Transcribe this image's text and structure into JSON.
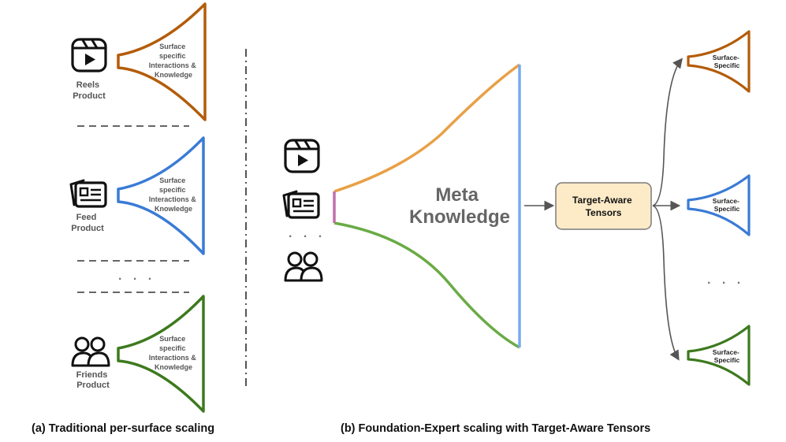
{
  "left_panel": {
    "rows": [
      {
        "product_lines": [
          "Reels",
          "Product"
        ],
        "funnel_lines": [
          "Surface",
          "specific",
          "Interactions &",
          "Knowledge"
        ],
        "color": "#b35c0a",
        "icon": "reels-icon"
      },
      {
        "product_lines": [
          "Feed",
          "Product"
        ],
        "funnel_lines": [
          "Surface",
          "specific",
          "Interactions &",
          "Knowledge"
        ],
        "color": "#3a7bd5",
        "icon": "feed-icon"
      },
      {
        "product_lines": [
          "Friends",
          "Product"
        ],
        "funnel_lines": [
          "Surface",
          "specific",
          "Interactions &",
          "Knowledge"
        ],
        "color": "#3d7a1e",
        "icon": "friends-icon"
      }
    ],
    "ellipsis": ". . .",
    "caption": "(a) Traditional per-surface scaling"
  },
  "right_panel": {
    "input_ellipsis": ". . .",
    "meta_lines": [
      "Meta",
      "Knowledge"
    ],
    "target_aware_lines": [
      "Target-Aware",
      "Tensors"
    ],
    "outputs": [
      {
        "label_lines": [
          "Surface-",
          "Specific"
        ],
        "color": "#b35c0a"
      },
      {
        "label_lines": [
          "Surface-",
          "Specific"
        ],
        "color": "#3a7bd5"
      },
      {
        "label_lines": [
          "Surface-",
          "Specific"
        ],
        "color": "#3d7a1e"
      }
    ],
    "output_ellipsis": ". . .",
    "caption": "(b) Foundation-Expert scaling with Target-Aware Tensors",
    "colors": {
      "upper": "#e8a046",
      "lower": "#6aab45",
      "mouth": "#7aaaee",
      "neck": "#c070a8",
      "box_fill": "#fdebc8",
      "box_stroke": "#7a7a7a",
      "arrow": "#555555"
    }
  }
}
